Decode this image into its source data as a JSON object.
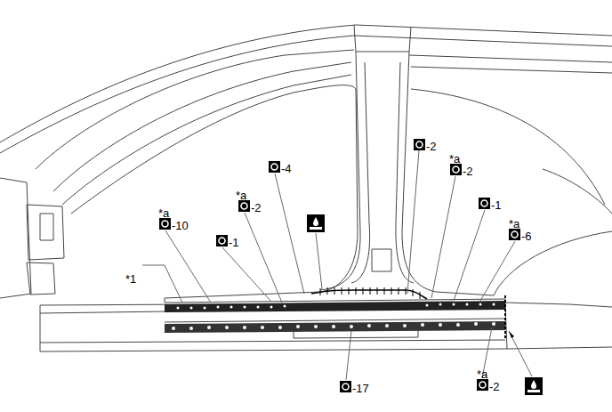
{
  "diagram": {
    "labels": [
      "*a",
      "-2",
      "*a",
      "-10",
      "-1",
      "-4",
      "-2",
      "*a",
      "-2",
      "-1",
      "*a",
      "-6",
      "*1",
      "-17",
      "*a",
      "-2"
    ]
  }
}
